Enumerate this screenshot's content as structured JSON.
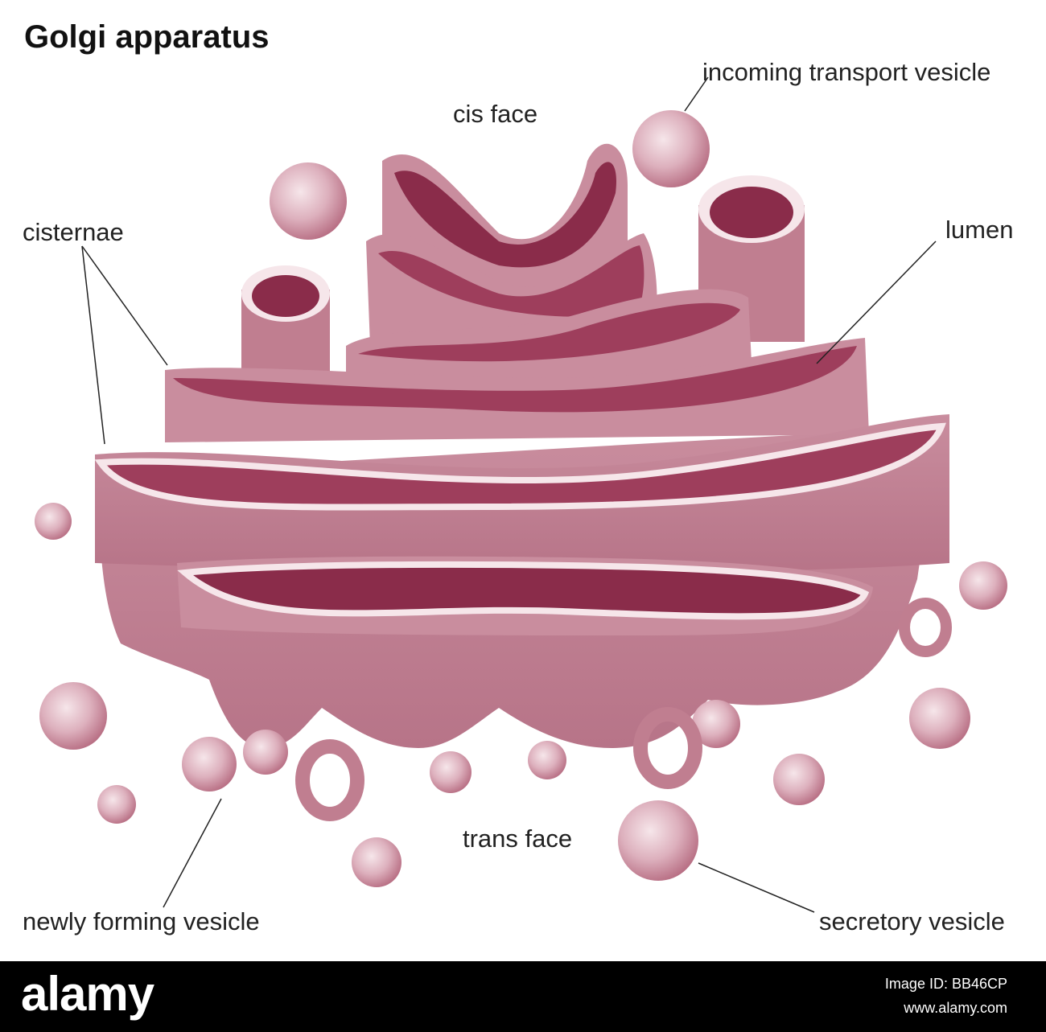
{
  "title": "Golgi apparatus",
  "labels": {
    "cis_face": "cis face",
    "incoming_vesicle": "incoming transport vesicle",
    "cisternae": "cisternae",
    "lumen": "lumen",
    "trans_face": "trans face",
    "newly_forming": "newly forming vesicle",
    "secretory": "secretory vesicle"
  },
  "footer": {
    "brand": "alamy",
    "image_id": "Image ID: BB46CP",
    "url": "www.alamy.com"
  },
  "colors": {
    "organelle_body": "#c07e90",
    "organelle_light": "#e9c8d1",
    "organelle_dark": "#8a2c4a",
    "rim": "#f6e6ea"
  }
}
